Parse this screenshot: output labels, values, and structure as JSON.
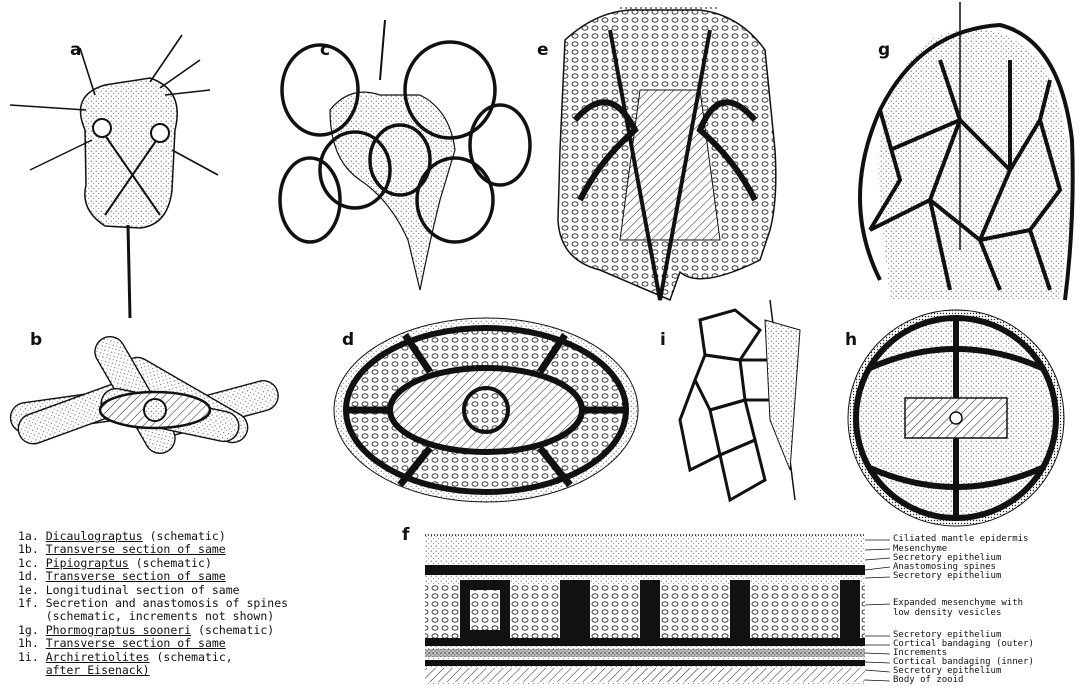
{
  "panel_labels": {
    "a": "a",
    "b": "b",
    "c": "c",
    "d": "d",
    "e": "e",
    "f": "f",
    "g": "g",
    "h": "h",
    "i": "i"
  },
  "captions": [
    {
      "id": "1a.",
      "underlined": "Dicaulograptus",
      "text": " (schematic)"
    },
    {
      "id": "1b.",
      "underlined": "",
      "text": "Transverse section of same"
    },
    {
      "id": "1c.",
      "underlined": "Pipiograptus",
      "text": " (schematic)"
    },
    {
      "id": "1d.",
      "underlined": "",
      "text": "Transverse section of same"
    },
    {
      "id": "1e.",
      "underlined": "",
      "text": "Longitudinal section of same"
    },
    {
      "id": "1f.",
      "underlined": "",
      "text": "Secretion and anastomosis of spines"
    },
    {
      "id": "",
      "underlined": "",
      "text": "(schematic, increments not shown)"
    },
    {
      "id": "1g.",
      "underlined": "Phormograptus sooneri",
      "text": " (schematic)"
    },
    {
      "id": "1h.",
      "underlined": "",
      "text": "Transverse section of same"
    },
    {
      "id": "1i.",
      "underlined": "Archiretiolites",
      "text": " (schematic,"
    },
    {
      "id": "",
      "underlined": "",
      "text": "after Eisenack)"
    }
  ],
  "layer_labels": [
    "Ciliated mantle epidermis",
    "Mesenchyme",
    "Secretory epithelium",
    "Anastomosing spines",
    "Secretory epithelium",
    "Expanded mesenchyme with",
    "low density vesicles",
    "Secretory epithelium",
    "Cortical bandaging (outer)",
    "Increments",
    "Cortical bandaging (inner)",
    "Secretory epithelium",
    "Body of zooid"
  ]
}
